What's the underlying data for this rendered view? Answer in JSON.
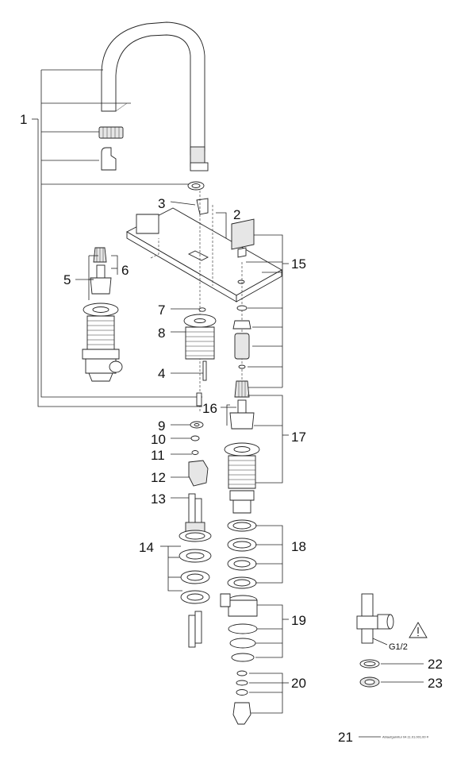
{
  "diagram": {
    "labels": [
      "1",
      "2",
      "3",
      "4",
      "5",
      "6",
      "7",
      "8",
      "9",
      "10",
      "11",
      "12",
      "13",
      "14",
      "15",
      "16",
      "17",
      "18",
      "19",
      "20",
      "21",
      "22",
      "23"
    ],
    "fitting_label": "G1/2",
    "footer_text": "Ablaufgarnitur 04.11.01.001.00 #"
  },
  "icons": {
    "warning": "warning-triangle-icon"
  }
}
